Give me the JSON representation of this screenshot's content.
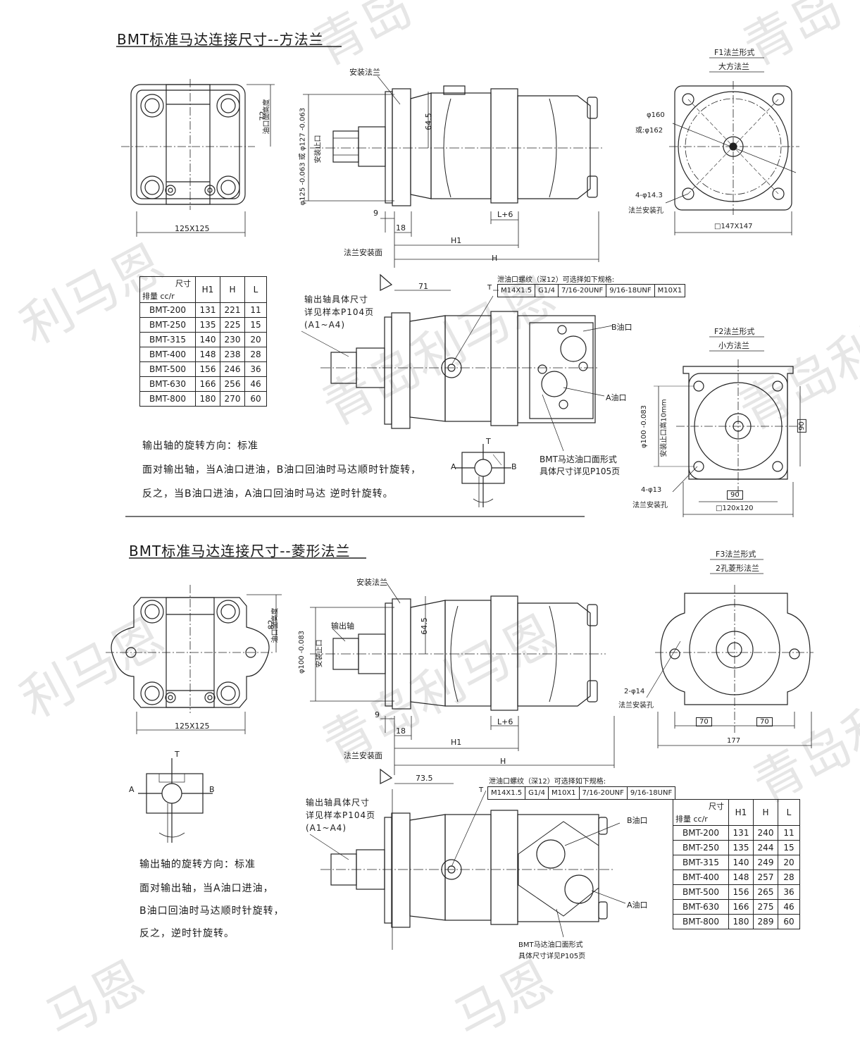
{
  "sections": [
    {
      "title": "BMT标准马达连接尺寸--方法兰",
      "labels": {
        "mount_flange": "安装法兰",
        "dim_64_5": "64.5",
        "dim_72": "72",
        "oil_port_depth": "油口面高度",
        "spigot": "φ125 -0.063 或 φ127 -0.063",
        "spigot_sub": "安装止口",
        "dim_125x125": "125X125",
        "dim_9": "9",
        "dim_18": "18",
        "dim_H1": "H1",
        "dim_H": "H",
        "dim_L6": "L+6",
        "flange_face": "法兰安装面",
        "dim_71": "71",
        "shaft_note_1": "输出轴具体尺寸",
        "shaft_note_2": "详见样本P104页",
        "shaft_note_3": "(A1~A4)",
        "drain_label": "泄油口螺纹（深12）可选择如下规格:",
        "drain_T": "T",
        "port_B": "B油口",
        "port_A": "A油口",
        "port_face_1": "BMT马达油口面形式",
        "port_face_2": "具体尺寸详见P105页"
      },
      "drain_threads": [
        "M14X1.5",
        "G1/4",
        "7/16-20UNF",
        "9/16-18UNF",
        "M10X1"
      ],
      "rotation": {
        "title": "输出轴的旋转方向：标准",
        "line1": "面对输出轴，当A油口进油，B油口回油时马达顺时针旋转，",
        "line2": "反之，当B油口进油，A油口回油时马达 逆时针旋转。"
      },
      "table": {
        "col_dim": "尺寸",
        "col_disp": "排量 cc/r",
        "headers": [
          "H1",
          "H",
          "L"
        ],
        "rows": [
          [
            "BMT-200",
            "131",
            "221",
            "11"
          ],
          [
            "BMT-250",
            "135",
            "225",
            "15"
          ],
          [
            "BMT-315",
            "140",
            "230",
            "20"
          ],
          [
            "BMT-400",
            "148",
            "238",
            "28"
          ],
          [
            "BMT-500",
            "156",
            "246",
            "36"
          ],
          [
            "BMT-630",
            "166",
            "256",
            "46"
          ],
          [
            "BMT-800",
            "180",
            "270",
            "60"
          ]
        ]
      },
      "flange_views": [
        {
          "title": "F1法兰形式",
          "subtitle": "大方法兰",
          "d1": "φ160",
          "d2": "或:φ162",
          "holes": "4-φ14.3",
          "holes_sub": "法兰安装孔",
          "size": "147X147"
        },
        {
          "title": "F2法兰形式",
          "subtitle": "小方法兰",
          "spigot": "φ100 -0.083",
          "spigot_sub": "安装止口高10mm",
          "dim_90v": "90",
          "dim_90h": "90",
          "holes": "4-φ13",
          "holes_sub": "法兰安装孔",
          "size": "120x120"
        }
      ]
    },
    {
      "title": "BMT标准马达连接尺寸--菱形法兰",
      "labels": {
        "mount_flange": "安装法兰",
        "output_shaft": "输出轴",
        "dim_64_5": "64.5",
        "dim_82": "82",
        "oil_port_depth": "油口面高度",
        "spigot": "φ100 -0.083",
        "spigot_sub": "安装止口",
        "dim_125x125": "125X125",
        "dim_9": "9",
        "dim_18": "18",
        "dim_H1": "H1",
        "dim_H": "H",
        "dim_L6": "L+6",
        "flange_face": "法兰安装面",
        "dim_73_5": "73.5",
        "shaft_note_1": "输出轴具体尺寸",
        "shaft_note_2": "详见样本P104页",
        "shaft_note_3": "(A1~A4)",
        "drain_label": "泄油口螺纹（深12）可选择如下规格:",
        "drain_T": "T",
        "port_B": "B油口",
        "port_A": "A油口",
        "port_face_1": "BMT马达油口面形式",
        "port_face_2": "具体尺寸详见P105页"
      },
      "drain_threads": [
        "M14X1.5",
        "G1/4",
        "M10X1",
        "7/16-20UNF",
        "9/16-18UNF"
      ],
      "rotation": {
        "title": "输出轴的旋转方向：标准",
        "line1": "面对输出轴，当A油口进油，",
        "line2": "B油口回油时马达顺时针旋转，",
        "line3": "反之，逆时针旋转。"
      },
      "table": {
        "col_dim": "尺寸",
        "col_disp": "排量 cc/r",
        "headers": [
          "H1",
          "H",
          "L"
        ],
        "rows": [
          [
            "BMT-200",
            "131",
            "240",
            "11"
          ],
          [
            "BMT-250",
            "135",
            "244",
            "15"
          ],
          [
            "BMT-315",
            "140",
            "249",
            "20"
          ],
          [
            "BMT-400",
            "148",
            "257",
            "28"
          ],
          [
            "BMT-500",
            "156",
            "265",
            "36"
          ],
          [
            "BMT-630",
            "166",
            "275",
            "46"
          ],
          [
            "BMT-800",
            "180",
            "289",
            "60"
          ]
        ]
      },
      "flange_views": [
        {
          "title": "F3法兰形式",
          "subtitle": "2孔菱形法兰",
          "holes": "2-φ14",
          "holes_sub": "法兰安装孔",
          "dim_70a": "70",
          "dim_70b": "70",
          "dim_177": "177"
        }
      ]
    }
  ],
  "symbols": {
    "A": "A",
    "B": "B",
    "T": "T"
  },
  "watermark": [
    "青岛利马恩",
    "青岛",
    "利马恩",
    "青岛利",
    "马恩"
  ]
}
